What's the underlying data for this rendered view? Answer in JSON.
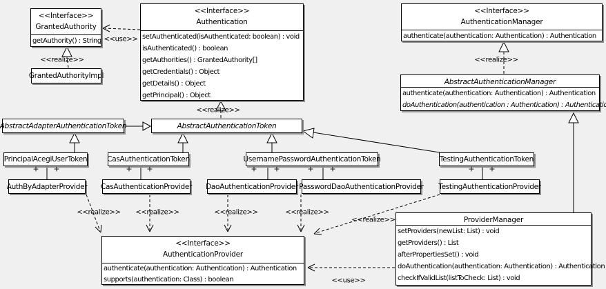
{
  "diagram_type": "UML class diagram",
  "colors": {
    "background": "#f0f0f0",
    "box_fill": "#ffffff",
    "line": "#000000",
    "shadow": "#8f8f8f"
  },
  "labels": {
    "use": "<<use>>",
    "realize": "<<realize>>",
    "plus": "+"
  },
  "classes": {
    "granted_authority": {
      "stereotype": "<<Interface>>",
      "name": "GrantedAuthority",
      "methods": [
        "getAuthority() : String"
      ]
    },
    "granted_authority_impl": {
      "name": "GrantedAuthorityImpl"
    },
    "authentication": {
      "stereotype": "<<Interface>>",
      "name": "Authentication",
      "methods": [
        "setAuthenticated(isAuthenticated: boolean) : void",
        "isAuthenticated() : boolean",
        "getAuthorities() : GrantedAuthority[]",
        "getCredentials() : Object",
        "getDetails() : Object",
        "getPrincipal() : Object"
      ]
    },
    "authentication_manager": {
      "stereotype": "<<Interface>>",
      "name": "AuthenticationManager",
      "methods": [
        "authenticate(authentication: Authentication) : Authentication"
      ]
    },
    "abstract_authentication_manager": {
      "name": "AbstractAuthenticationManager",
      "methods": [
        "authenticate(authentication: Authentication) : Authentication",
        "doAuthentication(authentication : Authentication) : Authentication"
      ]
    },
    "abstract_adapter_authentication_token": {
      "name": "AbstractAdapterAuthenticationToken"
    },
    "abstract_authentication_token": {
      "name": "AbstractAuthenticationToken"
    },
    "principal_acegi_user_token": {
      "name": "PrincipalAcegiUserToken"
    },
    "cas_authentication_token": {
      "name": "CasAuthenticationToken"
    },
    "username_password_authentication_token": {
      "name": "UsernamePasswordAuthenticationToken"
    },
    "testing_authentication_token": {
      "name": "TestingAuthenticationToken"
    },
    "auth_by_adapter_provider": {
      "name": "AuthByAdapterProvider"
    },
    "cas_authentication_provider": {
      "name": "CasAuthenticationProvider"
    },
    "dao_authentication_provider": {
      "name": "DaoAuthenticationProvider"
    },
    "password_dao_authentication_provider": {
      "name": "PasswordDaoAuthenticationProvider"
    },
    "testing_authentication_provider": {
      "name": "TestingAuthenticationProvider"
    },
    "provider_manager": {
      "name": "ProviderManager",
      "methods": [
        "setProviders(newList: List) : void",
        "getProviders() : List",
        "afterPropertiesSet() : void",
        "doAuthentication(authentication: Authentication) : Authentication",
        "checkIfValidList(listToCheck: List) : void"
      ]
    },
    "authentication_provider": {
      "stereotype": "<<Interface>>",
      "name": "AuthenticationProvider",
      "methods": [
        "authenticate(authentication: Authentication) : Authentication",
        "supports(authentication: Class) : boolean"
      ]
    }
  }
}
